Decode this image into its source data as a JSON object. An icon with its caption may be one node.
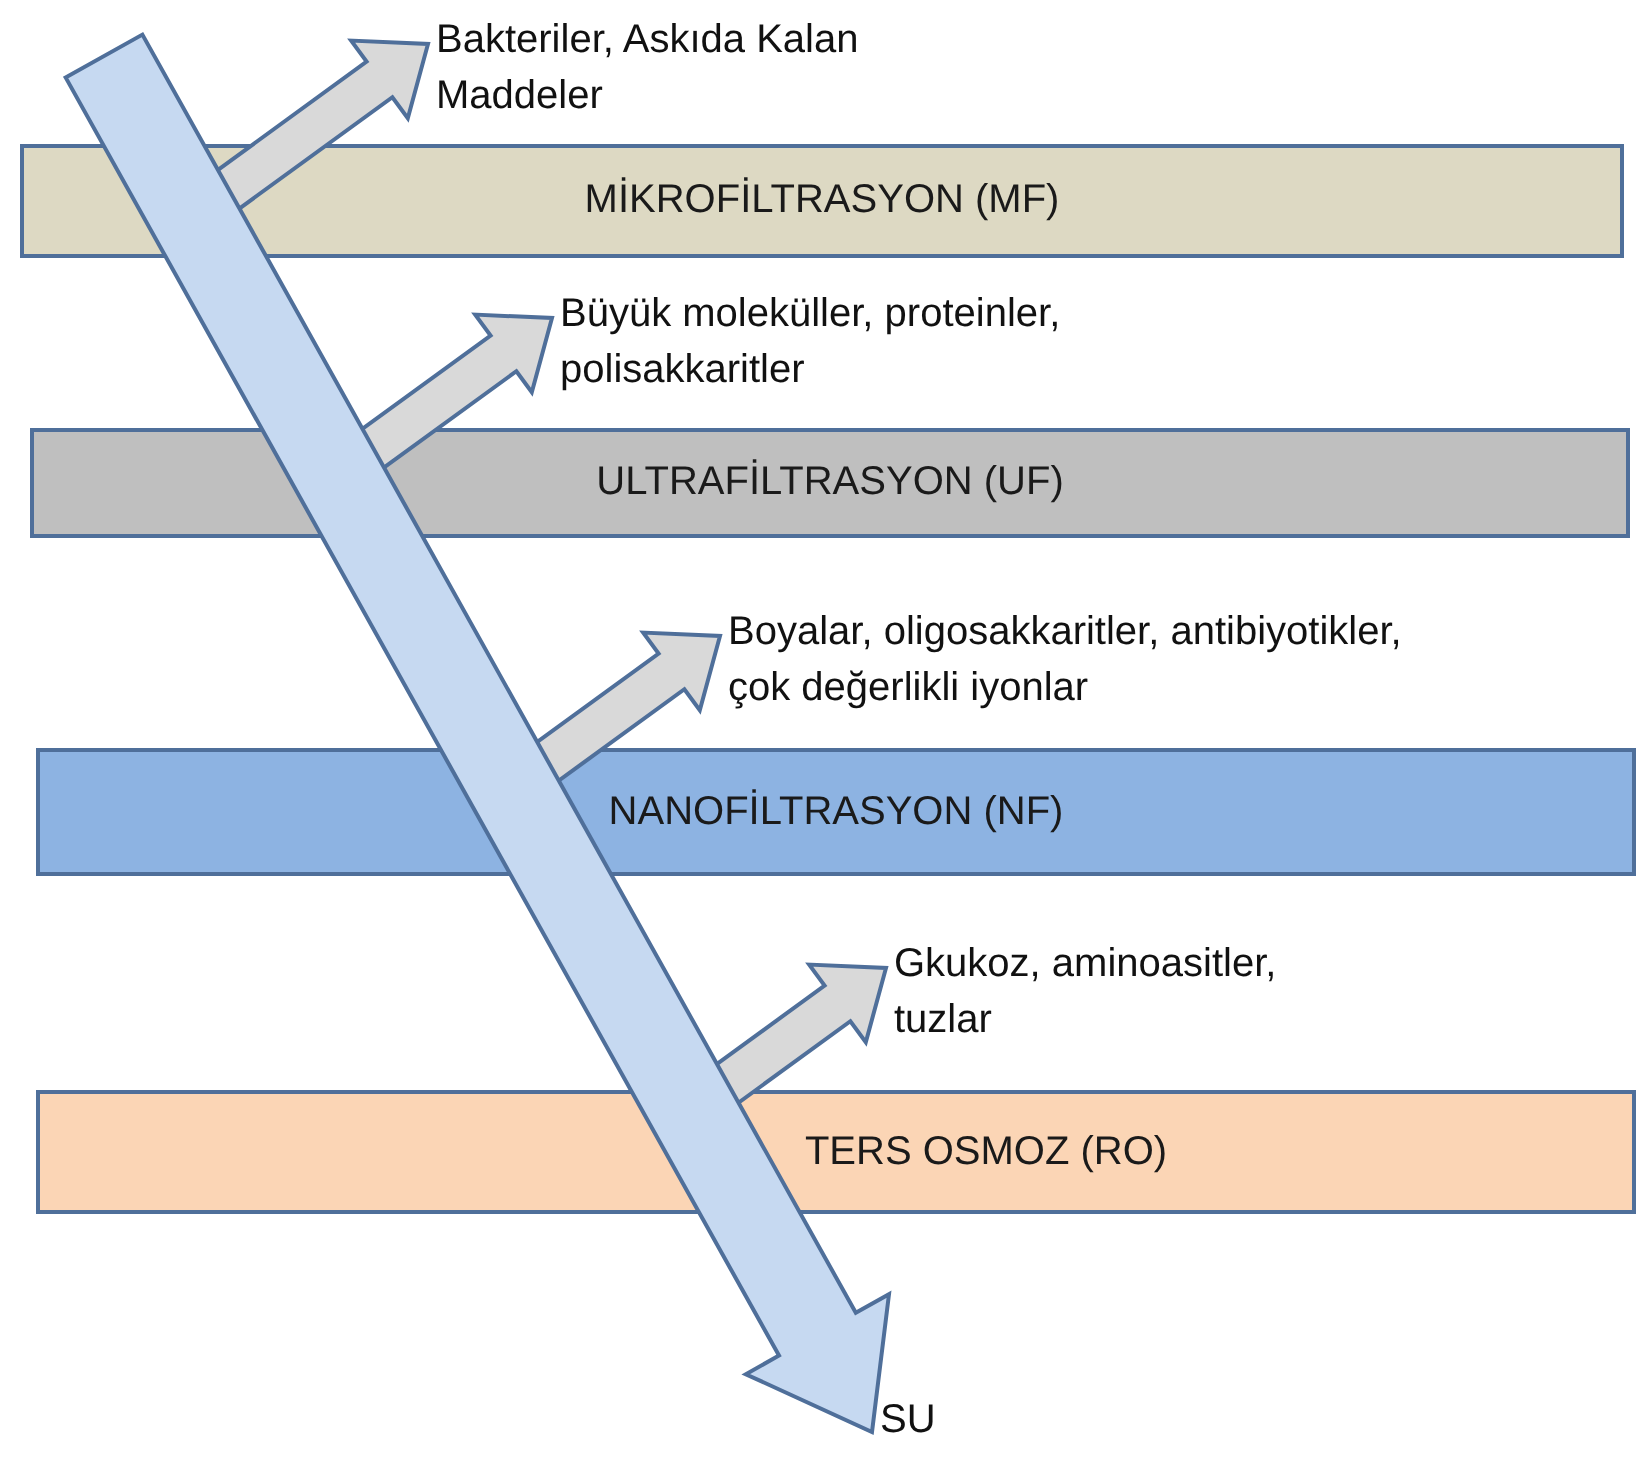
{
  "diagram": {
    "nodes": [
      {
        "text": [
          "Bakteriler, Askıda Kalan Maddeler"
        ]
      },
      {
        "text": [
          "MİKROFİLTRASYON (MF)"
        ]
      },
      {
        "text": [
          "Büyük moleküller, proteinler, polisakkaritler"
        ]
      },
      {
        "text": [
          "ULTRAFİLTRASYON (UF)"
        ]
      },
      {
        "text": [
          "Boyalar, oligosakkaritler, antibiyotikler, çok değerlikli iyonlar"
        ]
      },
      {
        "text": [
          "NANOFİLTRASYON (NF)"
        ]
      },
      {
        "text": [
          "Gkukoz, aminoasitler, tuzlar"
        ]
      },
      {
        "text": [
          "TERS OSMOZ (RO)"
        ]
      },
      {
        "text": [
          "SU"
        ]
      }
    ],
    "edges": [
      {
        "from": null,
        "to": 0,
        "arrow": "to"
      },
      {
        "from": null,
        "to": 2,
        "arrow": "to"
      },
      {
        "from": null,
        "to": 4,
        "arrow": "to"
      },
      {
        "from": null,
        "to": 6,
        "arrow": "to"
      },
      {
        "from": null,
        "to": 8,
        "arrow": "to",
        "color": "#c6d9f1"
      }
    ]
  }
}
